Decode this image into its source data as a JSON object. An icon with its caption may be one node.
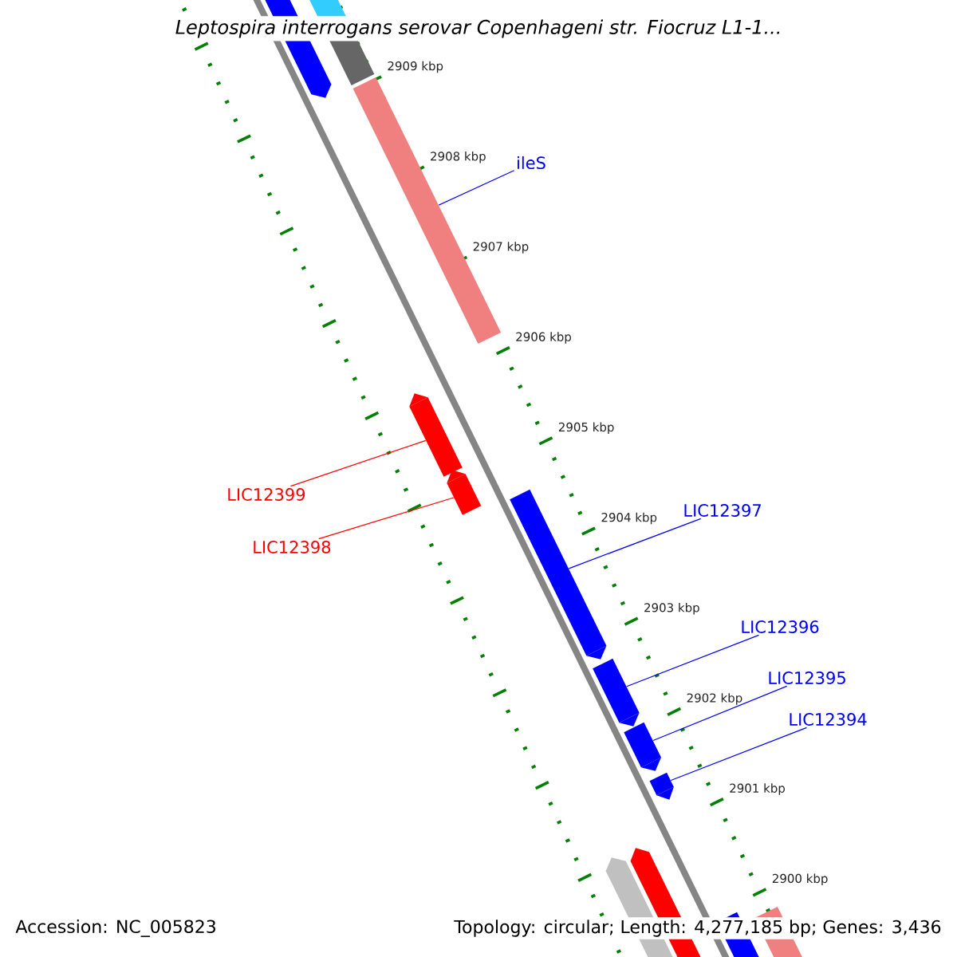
{
  "diagram": {
    "title": "*Leptospira interrogans* serovar *Copenhageni* str. *Fiocruz L1-1...*",
    "nodes": [
      {
        "text": [
          "ileS"
        ]
      },
      {
        "text": [],
        "shape": "bar"
      },
      {
        "text": [
          "LIC12399"
        ]
      },
      {
        "text": [],
        "shape": "bar"
      },
      {
        "text": [
          "LIC12398"
        ]
      },
      {
        "text": [],
        "shape": "bar"
      },
      {
        "text": [
          "LIC12397"
        ]
      },
      {
        "text": [],
        "shape": "bar"
      },
      {
        "text": [
          "LIC12396"
        ]
      },
      {
        "text": [],
        "shape": "bar"
      },
      {
        "text": [
          "LIC12395"
        ]
      },
      {
        "text": [],
        "shape": "bar"
      },
      {
        "text": [
          "LIC12394"
        ]
      },
      {
        "text": [],
        "shape": "bar"
      }
    ],
    "edges": [
      {
        "from": 0,
        "to": 1,
        "arrow": "none"
      },
      {
        "from": 2,
        "to": 3,
        "arrow": "none",
        "color": "#ff0000"
      },
      {
        "from": 4,
        "to": 5,
        "arrow": "none",
        "color": "#ff0000"
      },
      {
        "from": 6,
        "to": 7,
        "arrow": "none"
      },
      {
        "from": 8,
        "to": 9,
        "arrow": "none"
      },
      {
        "from": 10,
        "to": 11,
        "arrow": "none"
      },
      {
        "from": 12,
        "to": 13,
        "arrow": "none"
      }
    ],
    "labels": [
      "2909 kbp",
      "2908 kbp",
      "2907 kbp",
      "2906 kbp",
      "2905 kbp",
      "2904 kbp",
      "2903 kbp",
      "2902 kbp",
      "2901 kbp",
      "2900 kbp",
      "Accession: NC_005823",
      "Topology: circular; Length: 4,277,185 bp; Genes: 3,436"
    ]
  }
}
